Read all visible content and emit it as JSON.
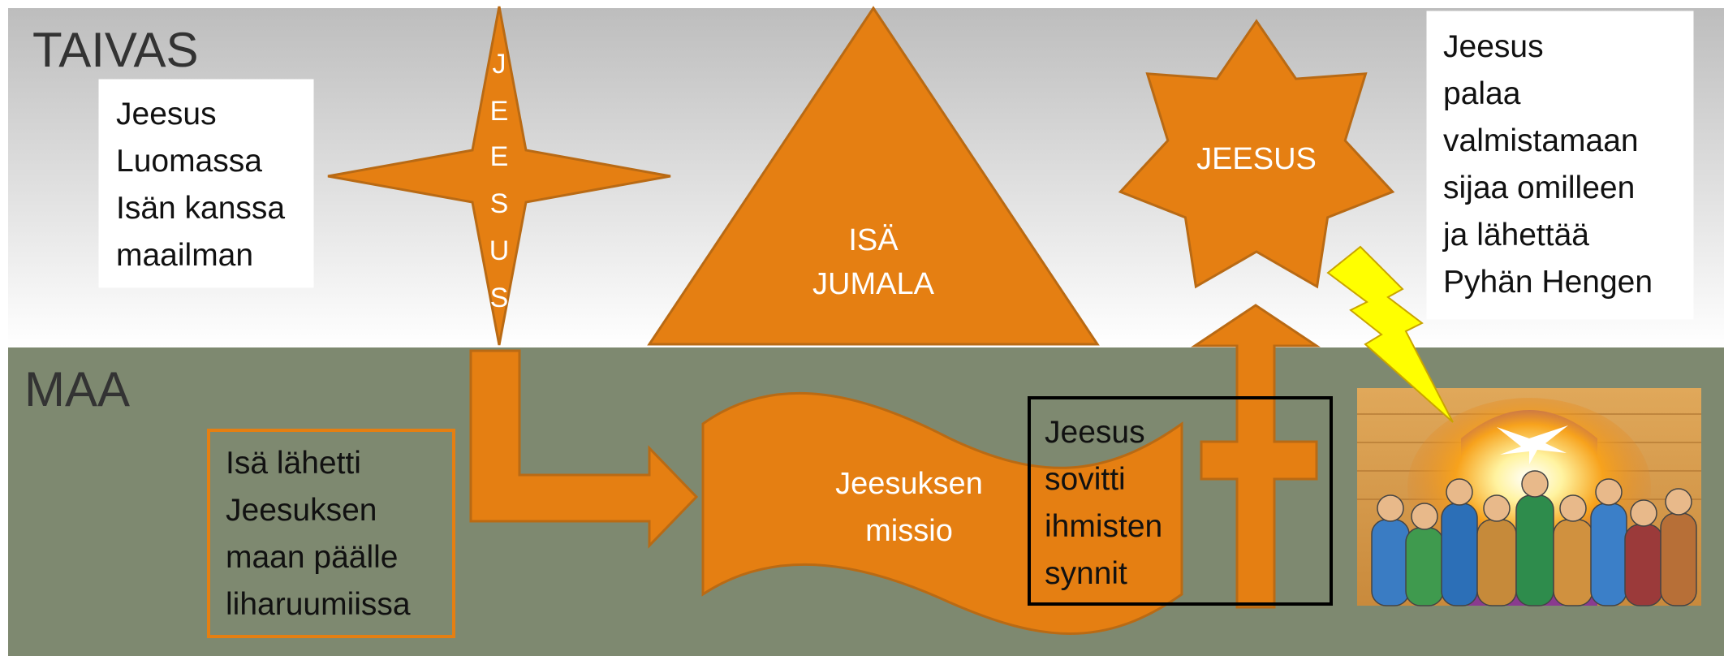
{
  "sections": {
    "heaven": "TAIVAS",
    "earth": "MAA"
  },
  "boxes": {
    "creation": [
      "Jeesus",
      "Luomassa",
      "Isän kanssa",
      "maailman"
    ],
    "return": [
      "Jeesus",
      "palaa",
      "valmistamaan",
      "sijaa omilleen",
      "ja lähettää",
      "Pyhän Hengen"
    ],
    "sent": [
      "Isä lähetti",
      "Jeesuksen",
      "maan päälle",
      "liharuumiissa"
    ],
    "atonement": [
      "Jeesus",
      "sovitti",
      "ihmisten",
      "synnit"
    ]
  },
  "shapes": {
    "star_letters": [
      "J",
      "E",
      "E",
      "S",
      "U",
      "S"
    ],
    "triangle": [
      "ISÄ",
      "JUMALA"
    ],
    "sun": "JEESUS",
    "banner": [
      "Jeesuksen",
      "missio"
    ]
  },
  "colors": {
    "shape_fill": "#E57F12",
    "shape_stroke": "#B96A14",
    "earth": "#7E8970",
    "bolt": "#FFFF00",
    "sent_box_border": "#E57F12"
  },
  "image": {
    "icon": "pentecost-illustration-icon"
  }
}
